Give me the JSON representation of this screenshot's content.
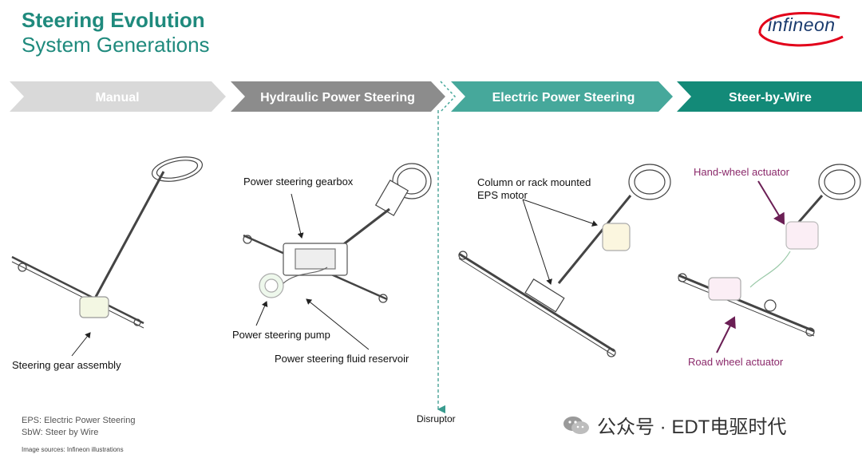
{
  "header": {
    "title": "Steering Evolution",
    "subtitle": "System Generations",
    "logo_text": "infineon"
  },
  "generations": [
    {
      "label": "Manual",
      "color": "#d9d9d9"
    },
    {
      "label": "Hydraulic Power Steering",
      "color": "#8c8c8c"
    },
    {
      "label": "Electric Power Steering",
      "color": "#46a89b"
    },
    {
      "label": "Steer-by-Wire",
      "color": "#138a78"
    }
  ],
  "callouts": {
    "manual_gear": "Steering gear assembly",
    "hps_gearbox": "Power steering gearbox",
    "hps_pump": "Power steering pump",
    "hps_reservoir": "Power steering fluid reservoir",
    "eps_motor_line1": "Column or rack mounted",
    "eps_motor_line2": "EPS motor",
    "sbw_handwheel": "Hand-wheel actuator",
    "sbw_roadwheel": "Road wheel actuator",
    "disruptor": "Disruptor"
  },
  "footnotes": {
    "eps": "EPS: Electric Power Steering",
    "sbw": "SbW: Steer by Wire",
    "sources": "Image sources: Infineon illustrations"
  },
  "watermark": {
    "text": "公众号 · EDT电驱时代"
  },
  "colors": {
    "accent_teal": "#1f8a7d",
    "sbw_label_purple": "#8b2a6b"
  }
}
